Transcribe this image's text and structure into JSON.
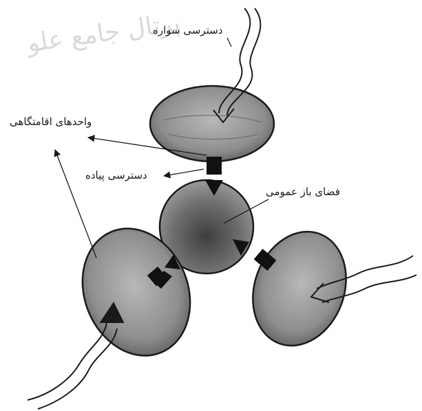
{
  "watermark": "پرتال جامع علو",
  "labels": {
    "top_arrow": "دسترسی سواره",
    "gathering_units": "واحدهای اقامتگاهی",
    "pedestrian": "دسترسی پیاده",
    "common_space": "فضای باز عمومی"
  },
  "colors": {
    "ink": "#1a1a1a",
    "blob_fill": "#8a8a8a",
    "center_fill": "#5e5e5e",
    "background": "#ffffff"
  }
}
